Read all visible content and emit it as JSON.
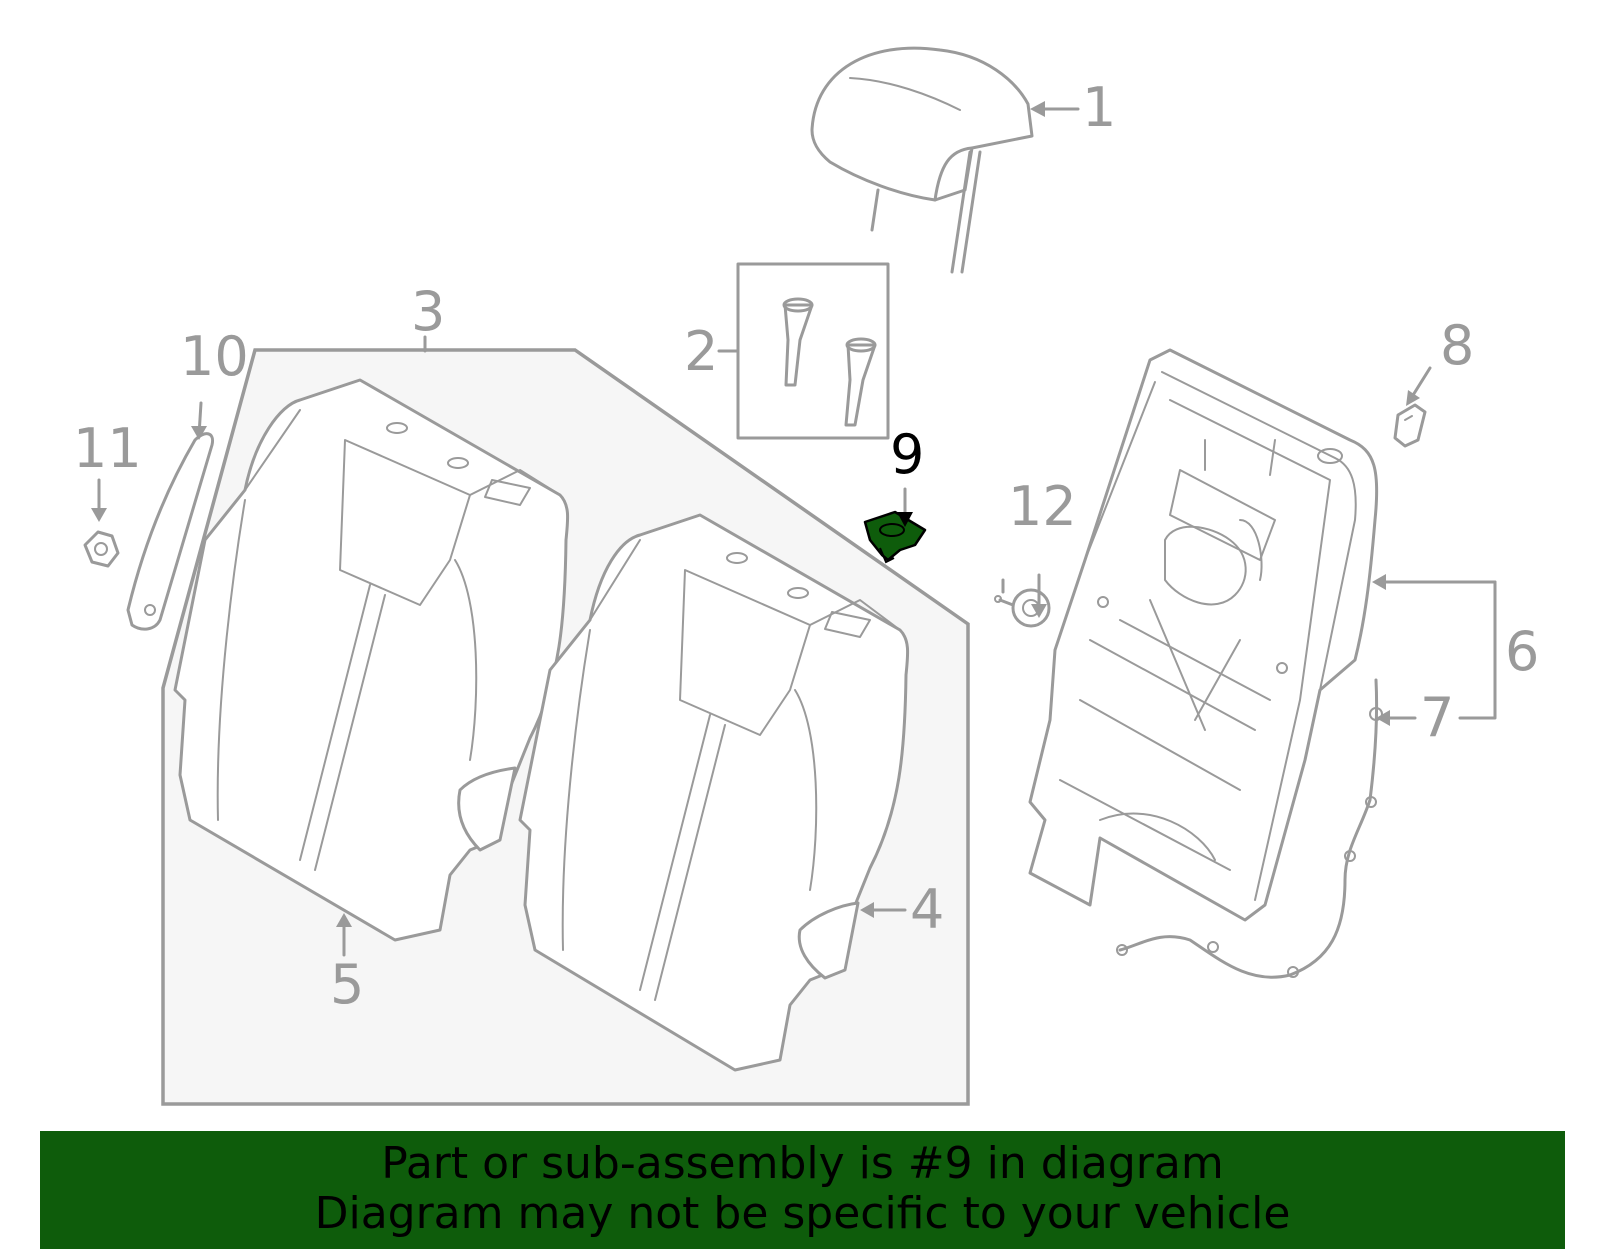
{
  "callouts": [
    "1",
    "2",
    "3",
    "4",
    "5",
    "6",
    "7",
    "8",
    "9",
    "10",
    "11",
    "12"
  ],
  "highlighted_part": "9",
  "colors": {
    "line": "#9a9a9a",
    "highlight": "#0e5c0b",
    "group_fill": "#f6f6f6",
    "banner_bg": "#0e5c0b",
    "banner_text": "#000000"
  },
  "banner": {
    "line1": "Part or sub-assembly is #9 in diagram",
    "line2": "Diagram may not be specific to your vehicle"
  }
}
